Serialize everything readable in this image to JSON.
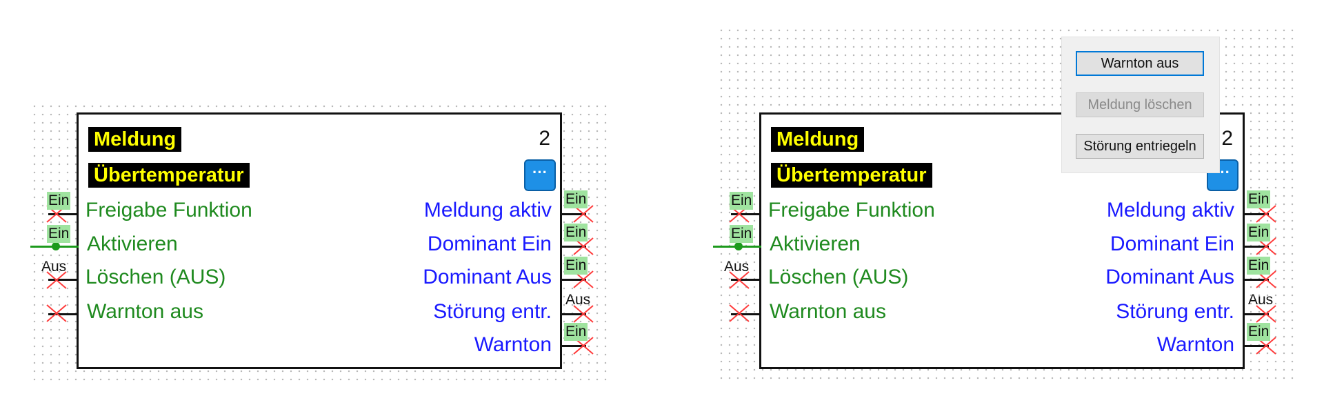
{
  "block": {
    "title": "Meldung",
    "subtitle": "Übertemperatur",
    "number": "2",
    "menu_button_label": "···",
    "inputs": [
      {
        "label": "Freigabe Funktion",
        "state": "Ein",
        "connected": false
      },
      {
        "label": "Aktivieren",
        "state": "Ein",
        "connected": true
      },
      {
        "label": "Löschen (AUS)",
        "state": "Aus",
        "connected": false
      },
      {
        "label": "Warnton aus",
        "state": "",
        "connected": false
      }
    ],
    "outputs": [
      {
        "label": "Meldung aktiv",
        "state": "Ein"
      },
      {
        "label": "Dominant Ein",
        "state": "Ein"
      },
      {
        "label": "Dominant Aus",
        "state": "Ein"
      },
      {
        "label": "Störung entr.",
        "state": "Aus"
      },
      {
        "label": "Warnton",
        "state": "Ein"
      }
    ]
  },
  "popup": {
    "buttons": [
      {
        "label": "Warnton aus",
        "enabled": true,
        "focused": true
      },
      {
        "label": "Meldung löschen",
        "enabled": false,
        "focused": false
      },
      {
        "label": "Störung entriegeln",
        "enabled": true,
        "focused": false
      }
    ]
  },
  "colors": {
    "input_label": "#1f8a1f",
    "output_label": "#1a1aff",
    "tag_bg": "#000000",
    "tag_text": "#ffff00",
    "badge_bg": "#9fe39f",
    "menu_button": "#1e90e6",
    "pin_x": "#ff3b3b"
  }
}
